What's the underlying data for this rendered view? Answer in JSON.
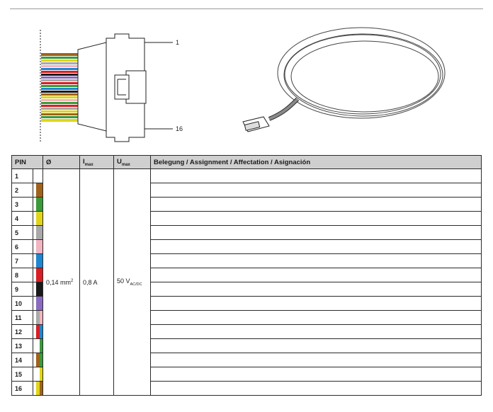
{
  "callouts": {
    "first_pin": "1",
    "last_pin": "16"
  },
  "table": {
    "headers": {
      "pin": "PIN",
      "diameter": "Ø",
      "imax_main": "I",
      "imax_sub": "max",
      "umax_main": "U",
      "umax_sub": "max",
      "assignment": "Belegung / Assignment / Affectation / Asignación"
    },
    "cross_section": {
      "value": "0,14 mm",
      "sup": "2"
    },
    "current": "0,8 A",
    "voltage": {
      "value": "50 V",
      "sub": "AC/DC"
    },
    "rows": [
      {
        "pin": "1",
        "colors": [
          "#ffffff"
        ]
      },
      {
        "pin": "2",
        "colors": [
          "#a0621b"
        ]
      },
      {
        "pin": "3",
        "colors": [
          "#3a9a3a"
        ]
      },
      {
        "pin": "4",
        "colors": [
          "#e0d51a"
        ]
      },
      {
        "pin": "5",
        "colors": [
          "#a9a9a9"
        ]
      },
      {
        "pin": "6",
        "colors": [
          "#f2b4c0"
        ]
      },
      {
        "pin": "7",
        "colors": [
          "#1f86d0"
        ]
      },
      {
        "pin": "8",
        "colors": [
          "#d81e24"
        ]
      },
      {
        "pin": "9",
        "colors": [
          "#1a1a1a"
        ]
      },
      {
        "pin": "10",
        "colors": [
          "#8a6ac0"
        ]
      },
      {
        "pin": "11",
        "colors": [
          "#a9a9a9",
          "#f2b4c0"
        ]
      },
      {
        "pin": "12",
        "colors": [
          "#d81e24",
          "#1f86d0"
        ]
      },
      {
        "pin": "13",
        "colors": [
          "#ffffff",
          "#3a9a3a"
        ]
      },
      {
        "pin": "14",
        "colors": [
          "#a0621b",
          "#3a9a3a"
        ]
      },
      {
        "pin": "15",
        "colors": [
          "#ffffff",
          "#e0d51a"
        ]
      },
      {
        "pin": "16",
        "colors": [
          "#e0d51a",
          "#a0621b"
        ]
      }
    ]
  }
}
